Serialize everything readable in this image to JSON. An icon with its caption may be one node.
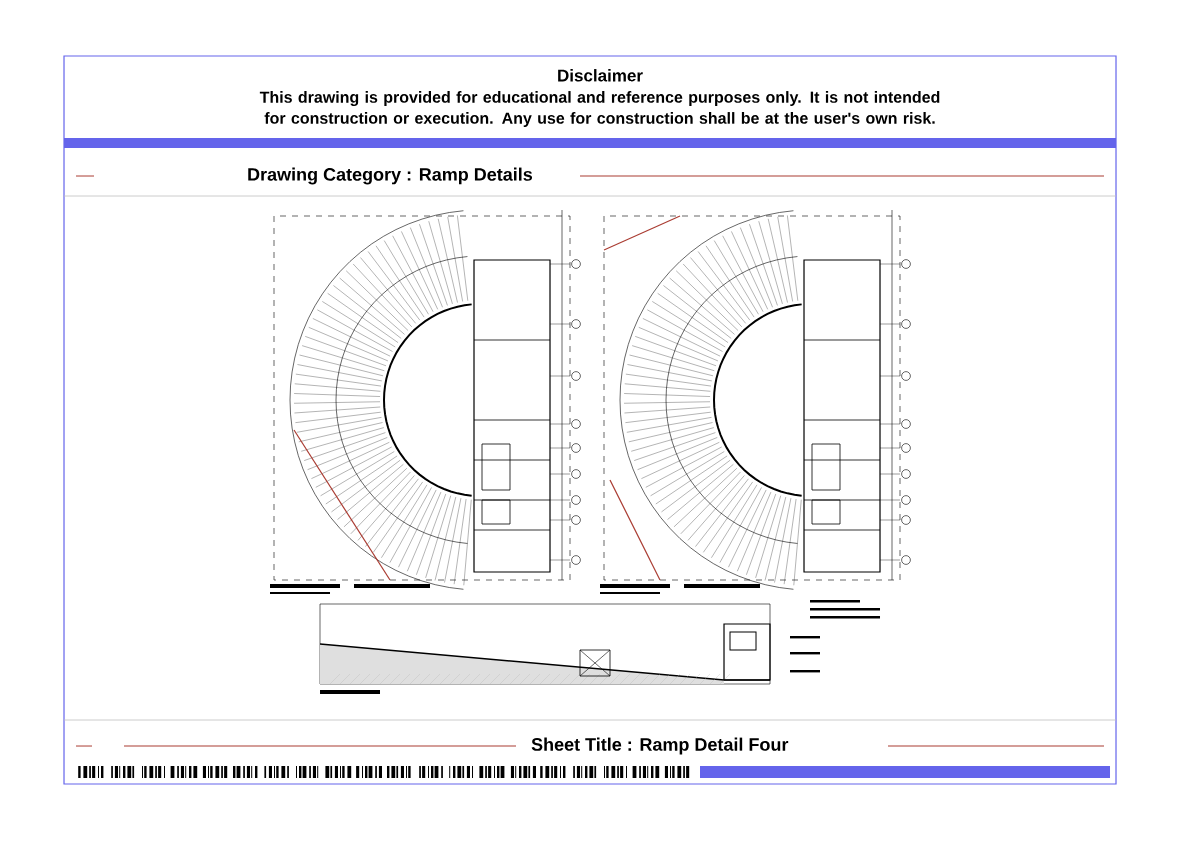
{
  "diagram": {
    "title": "Disclaimer",
    "labels": [
      "This drawing is provided for educational and reference purposes only. It is not intended for construction or execution. Any use for construction shall be at the user's own risk.",
      "Drawing Category : Ramp Details",
      "Sheet Title : Ramp Detail Four"
    ]
  }
}
